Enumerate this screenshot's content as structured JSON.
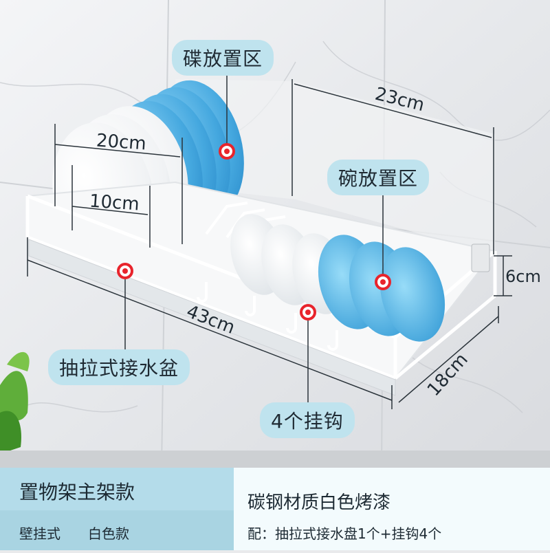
{
  "dimensions": {
    "width_overall": "43cm",
    "width_back": "23cm",
    "plate_rail": "20cm",
    "inner_rail": "10cm",
    "height": "6cm",
    "depth": "18cm"
  },
  "callouts": {
    "plate_zone": "碟放置区",
    "bowl_zone": "碗放置区",
    "drip_tray": "抽拉式接水盆",
    "hooks": "4个挂钩"
  },
  "footer": {
    "title": "置物架主架款",
    "subtitle_mount": "壁挂式",
    "subtitle_color": "白色款",
    "material": "碳钢材质白色烤漆",
    "accessories": "配：抽拉式接水盘1个+挂钩4个"
  },
  "colors": {
    "accent_marker": "#e8242c",
    "pill_bg": "#bfe3ee",
    "footer_left_bg": "#a9d4e2",
    "footer_right_bg": "#f3fbfd",
    "blue_dish": "#4fb2e4"
  }
}
